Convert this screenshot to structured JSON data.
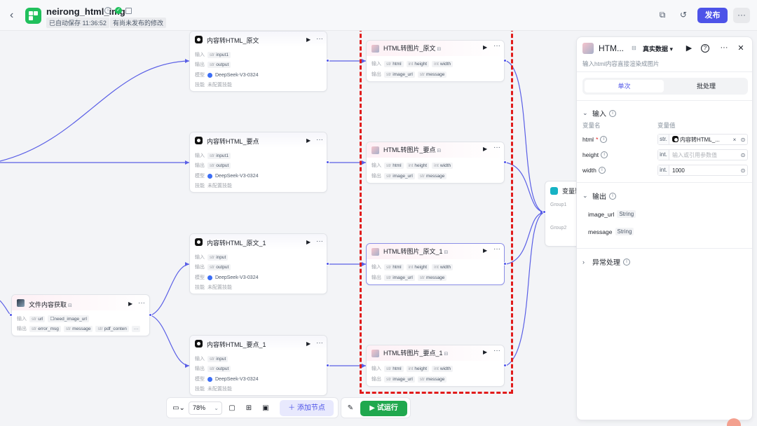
{
  "header": {
    "back_icon": "chevron-left-icon",
    "title": "neirong_html_img",
    "autosave": "已自动保存 11:36:52",
    "unpublished": "有尚未发布的修改",
    "publish_label": "发布",
    "more_label": "···"
  },
  "nodes": [
    {
      "title": "内容转HTML_原文",
      "row1_label": "输入",
      "row1_tags": [
        [
          "str",
          "input1"
        ]
      ],
      "row2_label": "输出",
      "row2_tags": [
        [
          "str",
          "output"
        ]
      ],
      "model_label": "模型",
      "model": "DeepSeek-V3-0324",
      "skill_label": "技能",
      "skill": "未配置技能"
    },
    {
      "title": "内容转HTML_要点",
      "row1_label": "输入",
      "row1_tags": [
        [
          "str",
          "input1"
        ]
      ],
      "row2_label": "输出",
      "row2_tags": [
        [
          "str",
          "output"
        ]
      ],
      "model_label": "模型",
      "model": "DeepSeek-V3-0324",
      "skill_label": "技能",
      "skill": "未配置技能"
    },
    {
      "title": "内容转HTML_原文_1",
      "row1_label": "输入",
      "row1_tags": [
        [
          "str",
          "input"
        ]
      ],
      "row2_label": "输出",
      "row2_tags": [
        [
          "str",
          "output"
        ]
      ],
      "model_label": "模型",
      "model": "DeepSeek-V3-0324",
      "skill_label": "技能",
      "skill": "未配置技能"
    },
    {
      "title": "内容转HTML_要点_1",
      "row1_label": "输入",
      "row1_tags": [
        [
          "str",
          "input"
        ]
      ],
      "row2_label": "输出",
      "row2_tags": [
        [
          "str",
          "output"
        ]
      ],
      "model_label": "模型",
      "model": "DeepSeek-V3-0324",
      "skill_label": "技能",
      "skill": "未配置技能"
    },
    {
      "title": "HTML转图片_原文",
      "row1_label": "输入",
      "row1_tags": [
        [
          "str",
          "html"
        ],
        [
          "int",
          "height"
        ],
        [
          "int",
          "width"
        ]
      ],
      "row2_label": "输出",
      "row2_tags": [
        [
          "str",
          "image_url"
        ],
        [
          "str",
          "message"
        ]
      ]
    },
    {
      "title": "HTML转图片_要点",
      "row1_label": "输入",
      "row1_tags": [
        [
          "str",
          "html"
        ],
        [
          "int",
          "height"
        ],
        [
          "int",
          "width"
        ]
      ],
      "row2_label": "输出",
      "row2_tags": [
        [
          "str",
          "image_url"
        ],
        [
          "str",
          "message"
        ]
      ]
    },
    {
      "title": "HTML转图片_原文_1",
      "row1_label": "输入",
      "row1_tags": [
        [
          "str",
          "html"
        ],
        [
          "int",
          "height"
        ],
        [
          "int",
          "width"
        ]
      ],
      "row2_label": "输出",
      "row2_tags": [
        [
          "str",
          "image_url"
        ],
        [
          "str",
          "message"
        ]
      ]
    },
    {
      "title": "HTML转图片_要点_1",
      "row1_label": "输入",
      "row1_tags": [
        [
          "str",
          "html"
        ],
        [
          "int",
          "height"
        ],
        [
          "int",
          "width"
        ]
      ],
      "row2_label": "输出",
      "row2_tags": [
        [
          "str",
          "image_url"
        ],
        [
          "str",
          "message"
        ]
      ]
    },
    {
      "title": "文件内容获取",
      "row1_label": "输入",
      "row1_tags": [
        [
          "str",
          "url"
        ],
        [
          "",
          "need_image_url"
        ]
      ],
      "row2_label": "输出",
      "row2_tags": [
        [
          "str",
          "error_msg"
        ],
        [
          "str",
          "message"
        ],
        [
          "str",
          "pdf_conten"
        ]
      ]
    },
    {
      "title": "变量聚",
      "group1": "Group1",
      "group2": "Group2"
    }
  ],
  "panel": {
    "title": "HTM...",
    "mode": "真实数据 ▾",
    "desc": "输入html内容直接渲染成图片",
    "tab_single": "单次",
    "tab_batch": "批处理",
    "input_section": "输入",
    "col_name": "变量名",
    "col_value": "变量值",
    "inputs": [
      {
        "name": "html",
        "type": "str.",
        "value": "内容转HTML_...",
        "required": true
      },
      {
        "name": "height",
        "type": "int.",
        "placeholder": "输入或引用参数值"
      },
      {
        "name": "width",
        "type": "int.",
        "value": "1000"
      }
    ],
    "output_section": "输出",
    "outputs": [
      {
        "name": "image_url",
        "type": "String"
      },
      {
        "name": "message",
        "type": "String"
      }
    ],
    "error_section": "异常处理"
  },
  "toolbar": {
    "zoom": "78%",
    "add_node": "添加节点",
    "trial_run": "试运行"
  },
  "colors": {
    "accent": "#4d53e8",
    "run_green": "#20a84e",
    "highlight_red": "#e11b1b",
    "edge": "#4d53e8"
  }
}
